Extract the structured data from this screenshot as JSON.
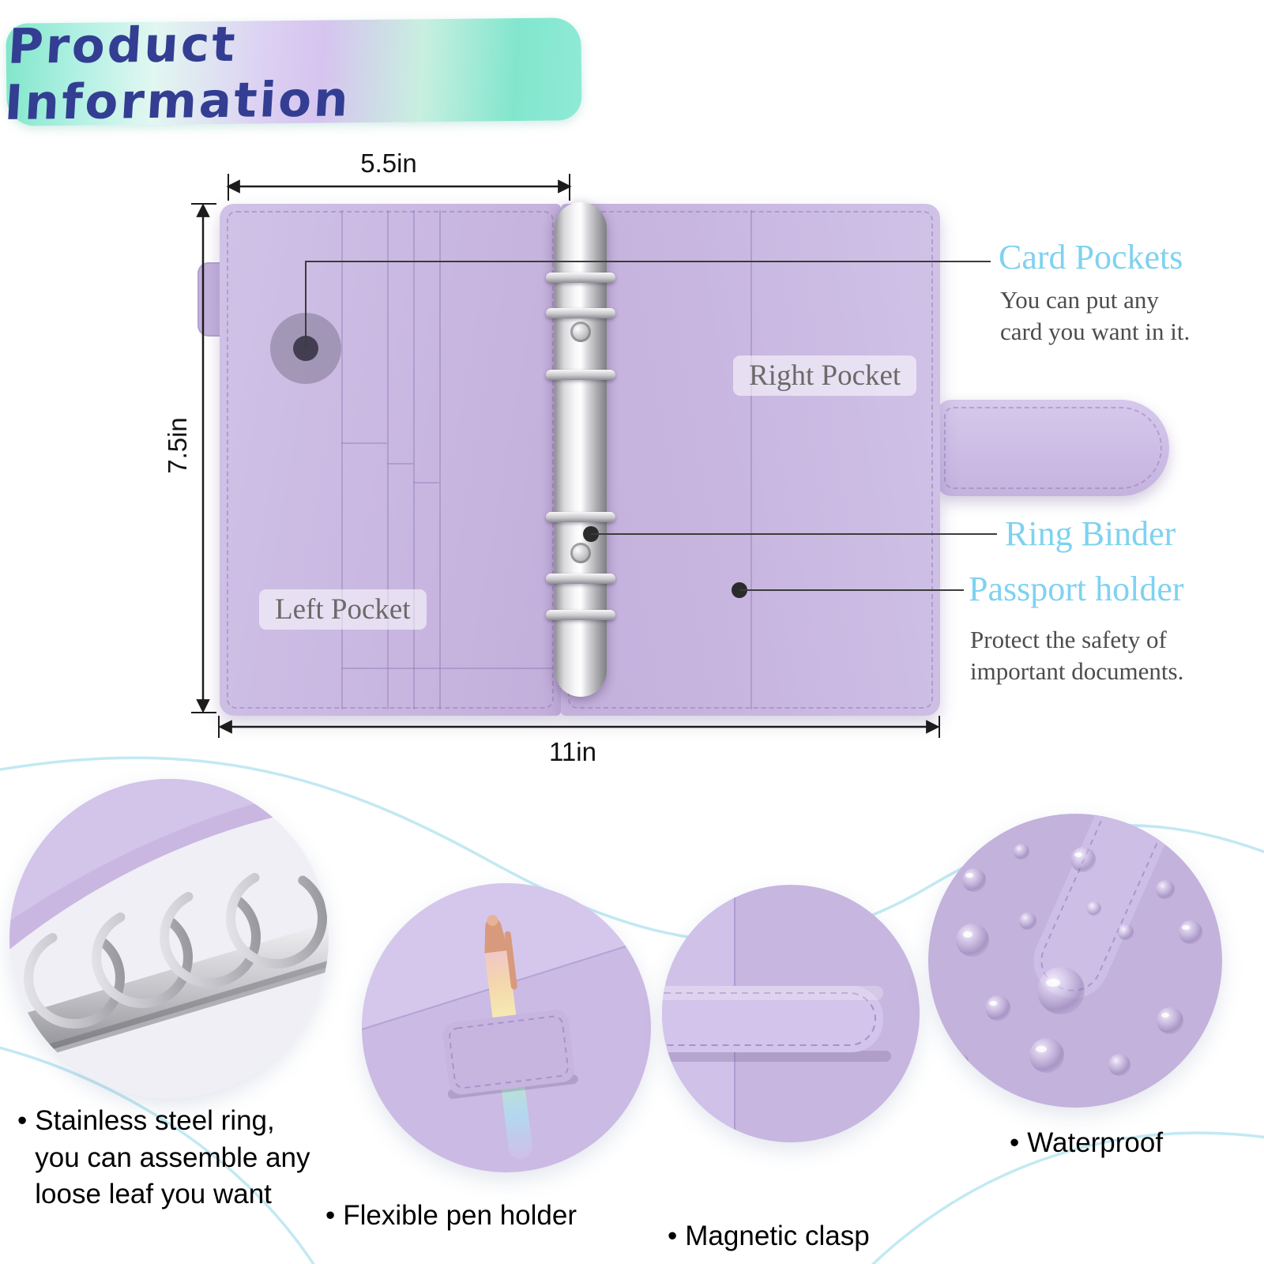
{
  "title": "Product Information",
  "dimensions": {
    "top_width": "5.5in",
    "left_height": "7.5in",
    "bottom_width": "11in"
  },
  "binder": {
    "left_pocket_label": "Left Pocket",
    "right_pocket_label": "Right Pocket"
  },
  "callouts": {
    "card_pockets": {
      "title": "Card Pockets",
      "description": "You can put any card you want in it."
    },
    "ring_binder": {
      "title": "Ring Binder"
    },
    "passport_holder": {
      "title": "Passport holder",
      "description": "Protect the safety of important documents."
    }
  },
  "features": {
    "steel_ring": {
      "bullet": "•",
      "text": "Stainless steel ring, you can assemble any loose leaf you want"
    },
    "pen_holder": {
      "bullet": "•",
      "text": "Flexible pen holder"
    },
    "magnetic_clasp": {
      "bullet": "•",
      "text": "Magnetic clasp"
    },
    "waterproof": {
      "bullet": "•",
      "text": "Waterproof"
    }
  },
  "colors": {
    "binder_lavender": "#c9b8e1",
    "accent_blue": "#7ed2f0",
    "title_navy": "#333e92",
    "curve_blue": "#c2e9f3"
  }
}
